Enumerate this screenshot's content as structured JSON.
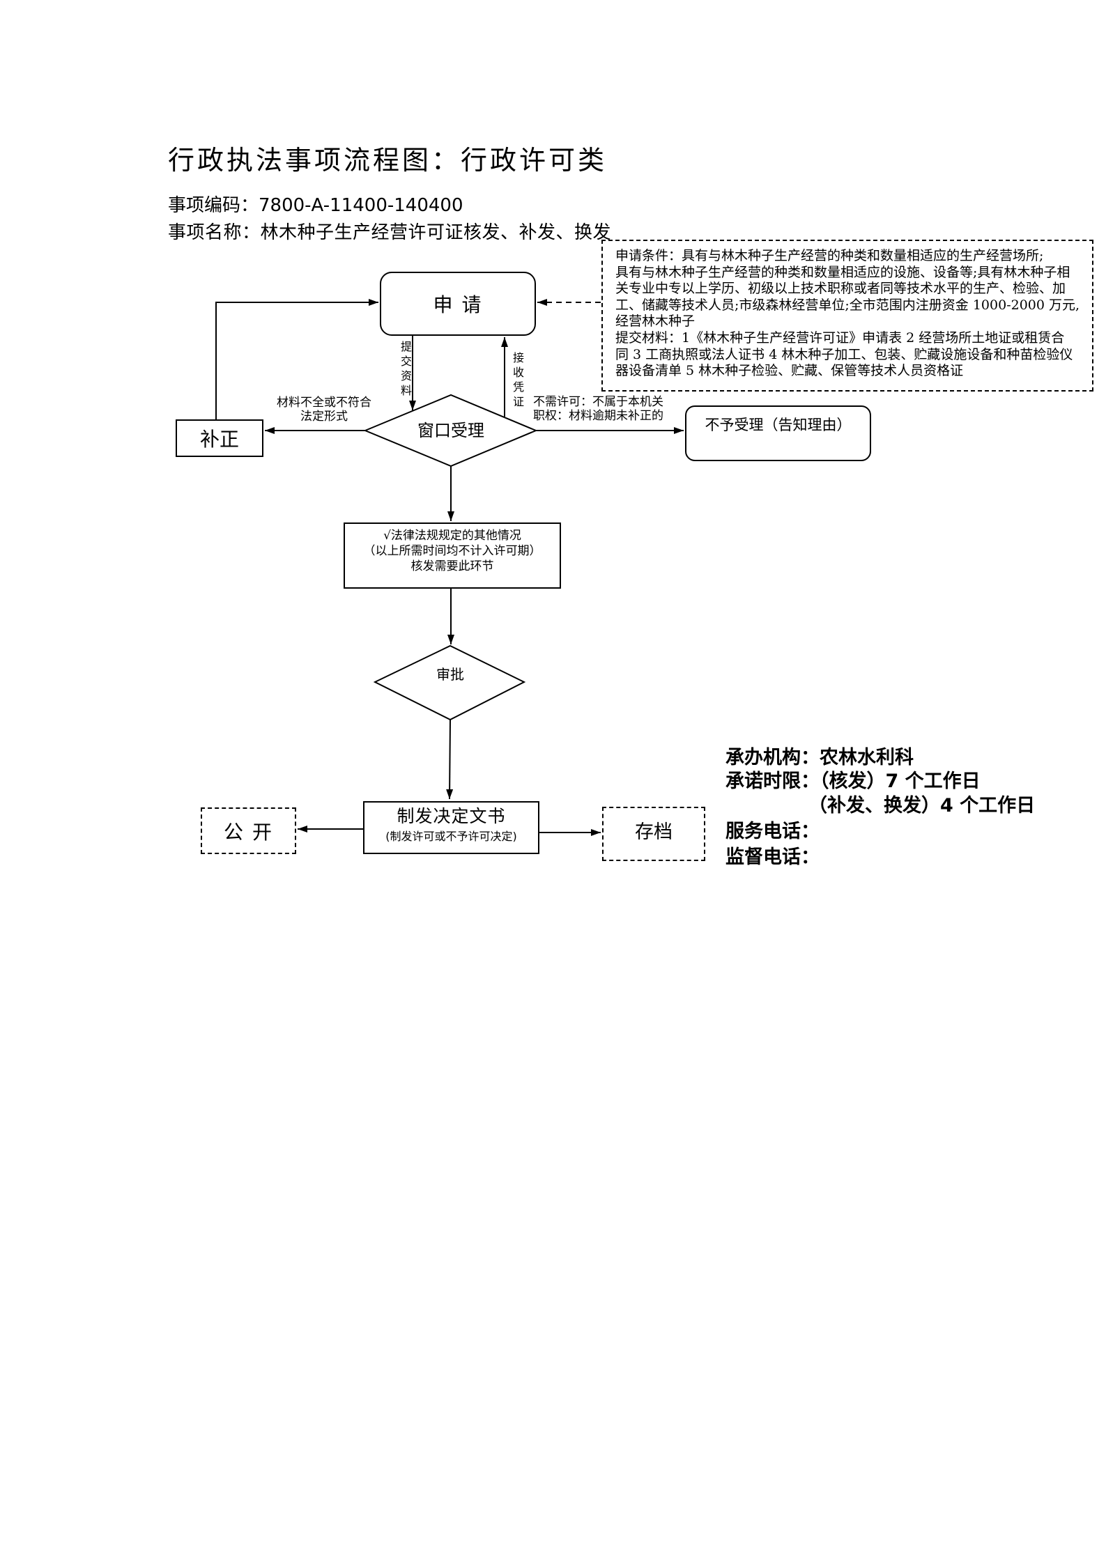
{
  "header": {
    "title": "行政执法事项流程图：行政许可类",
    "item_code": "事项编码：7800-A-11400-140400",
    "item_name": "事项名称：林木种子生产经营许可证核发、补发、换发"
  },
  "requirements": {
    "lines": [
      "申请条件：具有与林木种子生产经营的种类和数量相适应的生产经营场所;",
      "具有与林木种子生产经营的种类和数量相适应的设施、设备等;具有林木种子相",
      "关专业中专以上学历、初级以上技术职称或者同等技术水平的生产、检验、加",
      "工、储藏等技术人员;市级森林经营单位;全市范围内注册资金 1000-2000 万元,",
      "经营林木种子",
      "提交材料：1《林木种子生产经营许可证》申请表 2 经营场所土地证或租赁合",
      "同 3 工商执照或法人证书 4 林木种子加工、包装、贮藏设施设备和种苗检验仪",
      "器设备清单 5 林木种子检验、贮藏、保管等技术人员资格证"
    ]
  },
  "flow": {
    "apply": "申 请",
    "submit_materials": "提交资料",
    "receive_receipt": "接收凭证",
    "window_acceptance": "窗口受理",
    "correction": "补正",
    "correction_condition": [
      "材料不全或不符合",
      "法定形式"
    ],
    "reject_condition": [
      "不需许可：不属于本机关",
      "职权：材料逾期未补正的"
    ],
    "reject": "不予受理（告知理由）",
    "other_cases": [
      "√法律法规规定的其他情况",
      "（以上所需时间均不计入许可期）",
      "核发需要此环节"
    ],
    "approval": "审批",
    "decision": "制发决定文书",
    "decision_note": "(制发许可或不予许可决定)",
    "publish": "公 开",
    "archive": "存档"
  },
  "contact": {
    "agency": "承办机构：农林水利科",
    "deadline_issue": "承诺时限：（核发）7 个工作日",
    "deadline_reissue": "（补发、换发）4 个工作日",
    "service_phone": "服务电话：",
    "supervision_phone": "监督电话："
  }
}
